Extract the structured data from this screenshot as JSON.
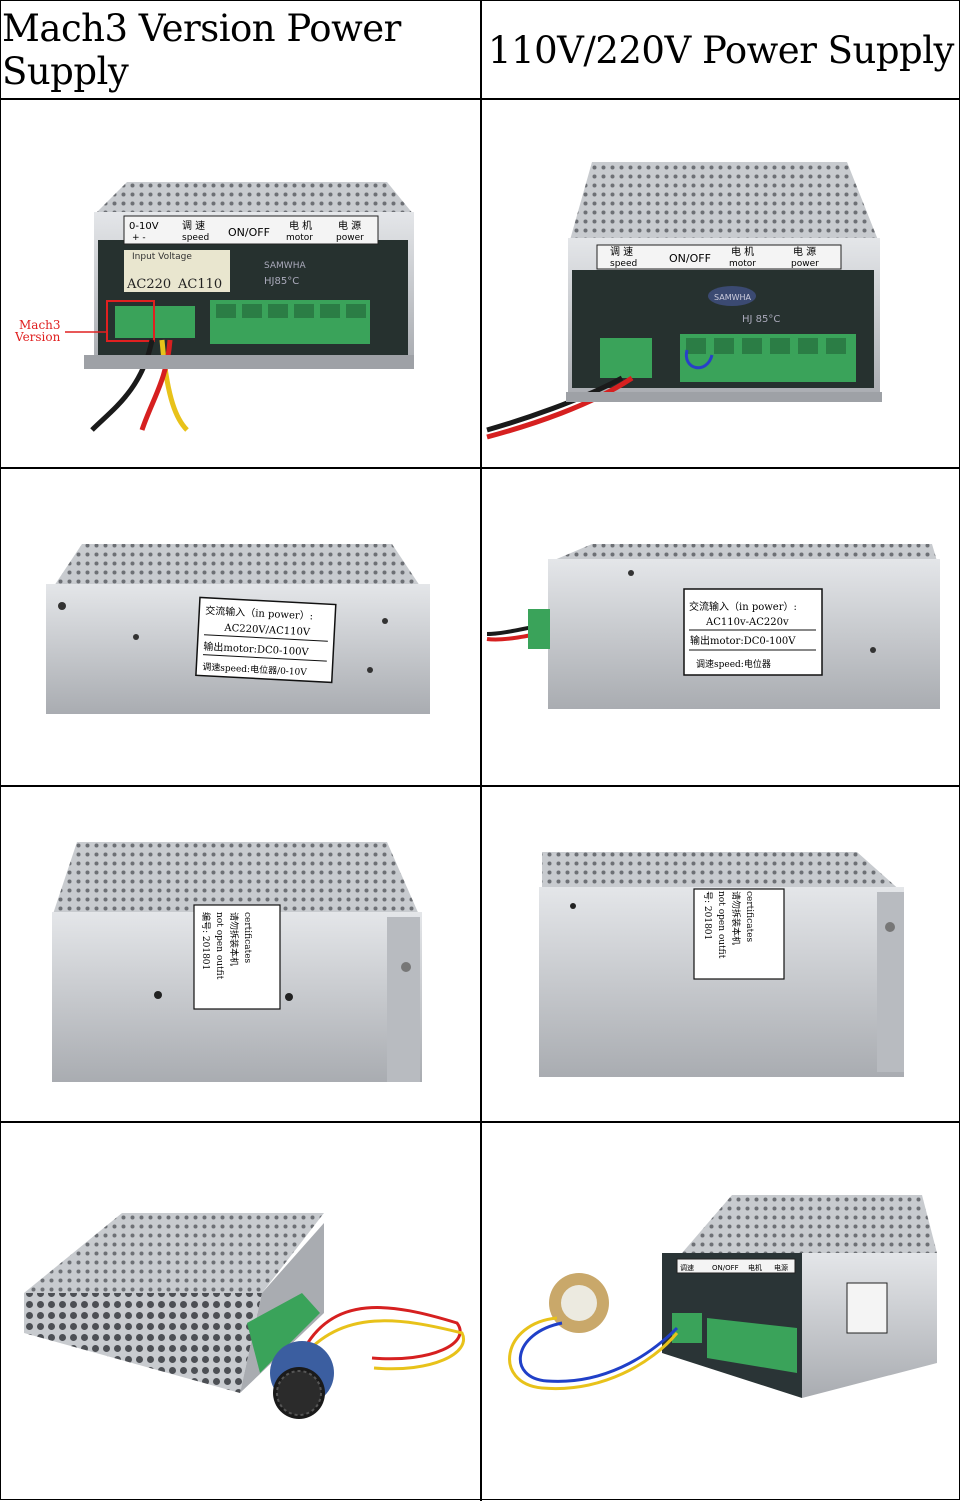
{
  "headers": {
    "left": "Mach3 Version Power Supply",
    "right": "110V/220V Power Supply"
  },
  "panel_left_front": {
    "labels": [
      "0-10V",
      "+  -",
      "调 速",
      "speed",
      "ON/OFF",
      "电 机",
      "motor",
      "电 源",
      "power"
    ],
    "input_voltage": "Input Voltage",
    "ac220": "AC220",
    "ac110": "AC110",
    "callout": [
      "Mach3",
      "Version"
    ],
    "chip": "HJ85°C",
    "brand": "SAMWHA"
  },
  "panel_right_front": {
    "labels": [
      "调 速",
      "speed",
      "ON/OFF",
      "电 机",
      "motor",
      "电 源",
      "power"
    ],
    "chip": "HJ 85°C",
    "brand": "SAMWHA"
  },
  "panel_left_side": {
    "label_lines": [
      "交流输入（in power）:",
      "AC220V/AC110V",
      "输出motor:DC0-100V",
      "调速speed:电位器/0-10V"
    ]
  },
  "panel_right_side": {
    "label_lines": [
      "交流输入（in power）:",
      "AC110v-AC220v",
      "输出motor:DC0-100V",
      "调速speed:电位器"
    ]
  },
  "panel_left_back": {
    "sticker_lines": [
      "certificates",
      "请勿拆装本机",
      "not open outfit",
      "编号: 201801"
    ]
  },
  "panel_right_back": {
    "sticker_lines": [
      "certificates",
      "请勿拆装本机",
      "not open outfit",
      "号: 201801"
    ]
  },
  "panel_right_persp": {
    "labels": [
      "调速",
      "ON/OFF",
      "电机",
      "电源"
    ]
  },
  "colors": {
    "border": "#000000",
    "steel": "#c9ccd0",
    "steel_dark": "#8d9096",
    "terminal_green": "#3aa35a",
    "pcb_dark": "#1e2a2a",
    "callout_red": "#e02020"
  }
}
